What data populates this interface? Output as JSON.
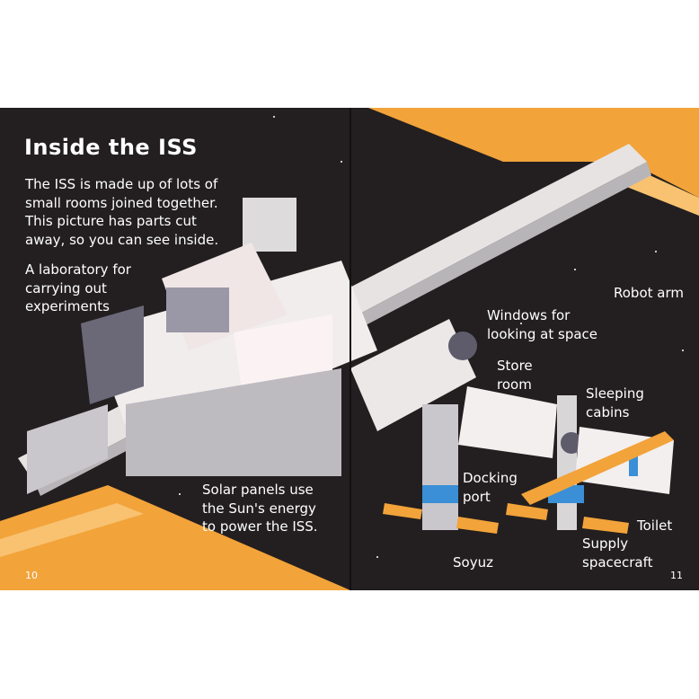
{
  "left_page": {
    "title": "Inside the ISS",
    "intro": [
      "The ISS is made up of lots of",
      "small rooms joined together.",
      "This picture has parts cut",
      "away, so you can see inside."
    ],
    "laboratory_label": [
      "A laboratory for",
      "carrying out",
      "experiments"
    ],
    "solar_label": [
      "Solar panels use",
      "the Sun's energy",
      "to power the ISS."
    ],
    "page_number": "10"
  },
  "right_page": {
    "robot_arm_label": "Robot arm",
    "windows_label": [
      "Windows for",
      "looking at space"
    ],
    "store_label": [
      "Store",
      "room"
    ],
    "sleeping_label": [
      "Sleeping",
      "cabins"
    ],
    "docking_label": [
      "Docking",
      "port"
    ],
    "toilet_label": "Toilet",
    "supply_label": [
      "Supply",
      "spacecraft"
    ],
    "soyuz_label": "Soyuz",
    "page_number": "11"
  },
  "colors": {
    "space": "#231f20",
    "panel": "#f2a33a",
    "module": "#e9e6e6",
    "accent_blue": "#3a8fd6"
  }
}
